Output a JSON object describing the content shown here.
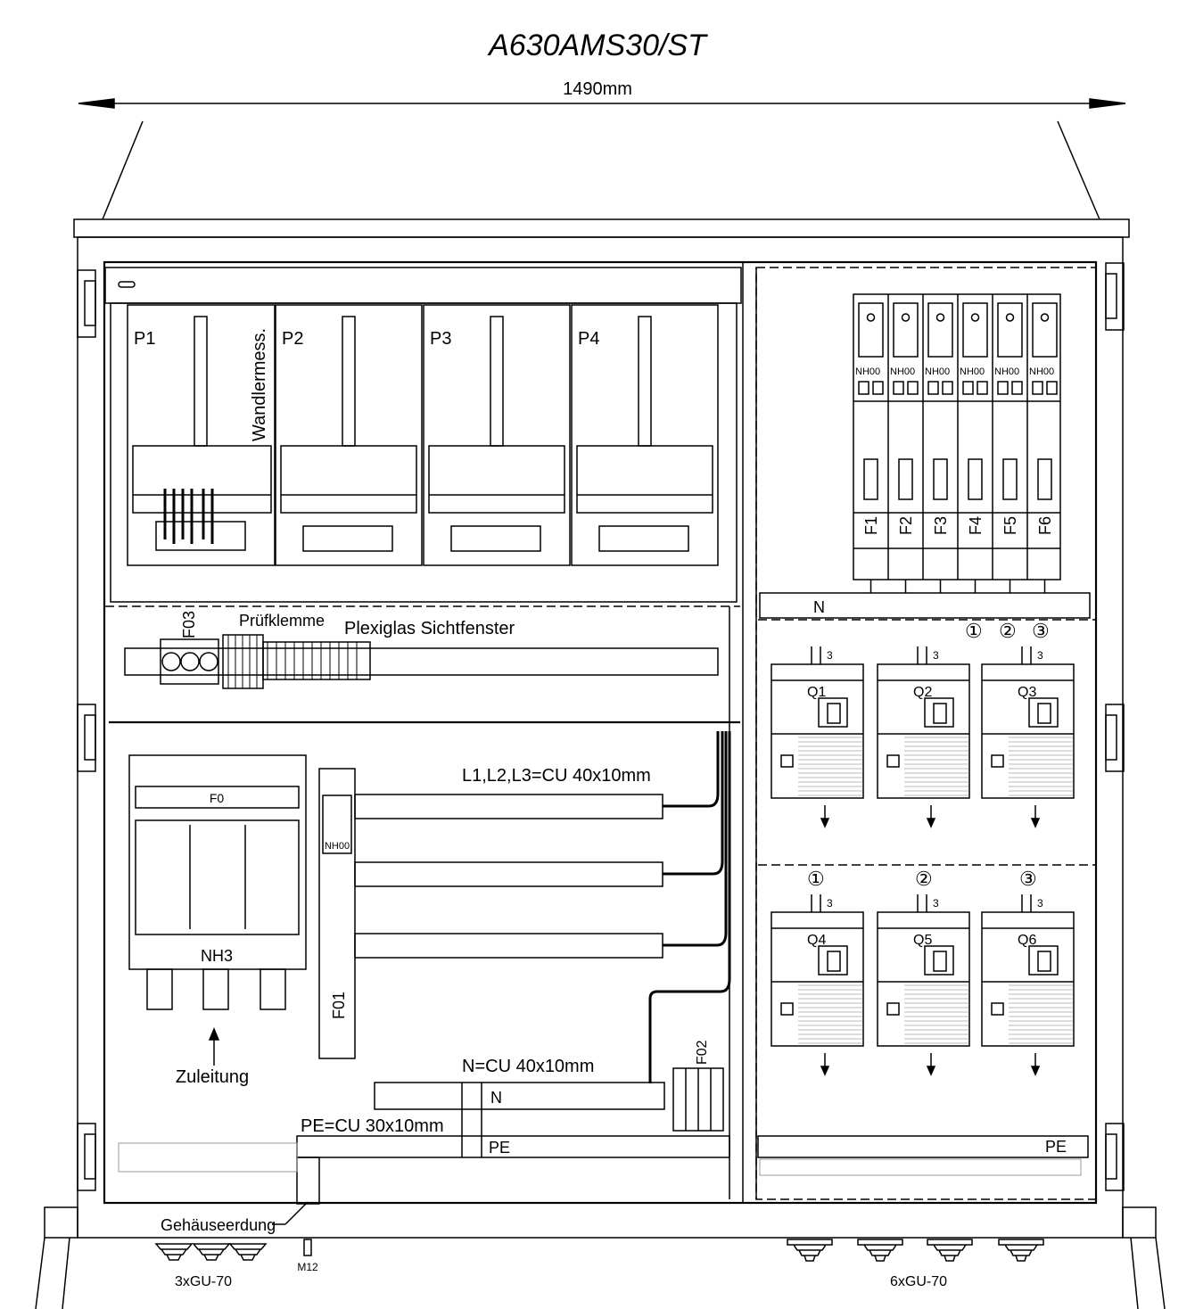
{
  "title": "A630AMS30/ST",
  "dimension": "1490mm",
  "meter_panels": [
    "P1",
    "P2",
    "P3",
    "P4"
  ],
  "vertical_label": "Wandlermess.",
  "fuse_f03": "F03",
  "pruefklemme": "Prüfklemme",
  "plexiglas": "Plexiglas Sichtfenster",
  "main_switch": {
    "top_label": "F0",
    "bottom_label": "NH3"
  },
  "fuse_f01": {
    "top": "NH00",
    "bottom": "F01"
  },
  "busbar_l": "L1,L2,L3=CU 40x10mm",
  "busbar_n": "N=CU 40x10mm",
  "busbar_pe": "PE=CU 30x10mm",
  "n_letter": "N",
  "pe_letter": "PE",
  "feed_label": "Zuleitung",
  "surge_label": "F02",
  "housing_ground": "Gehäuseerdung",
  "bolt": "M12",
  "entries_left": "3xGU-70",
  "entries_right": "6xGU-70",
  "fuses": [
    "F1",
    "F2",
    "F3",
    "F4",
    "F5",
    "F6"
  ],
  "fuse_type": "NH00",
  "breakers": [
    "Q1",
    "Q2",
    "Q3",
    "Q4",
    "Q5",
    "Q6"
  ],
  "circle_marks": [
    "①",
    "②",
    "③"
  ],
  "cable_count": "3"
}
